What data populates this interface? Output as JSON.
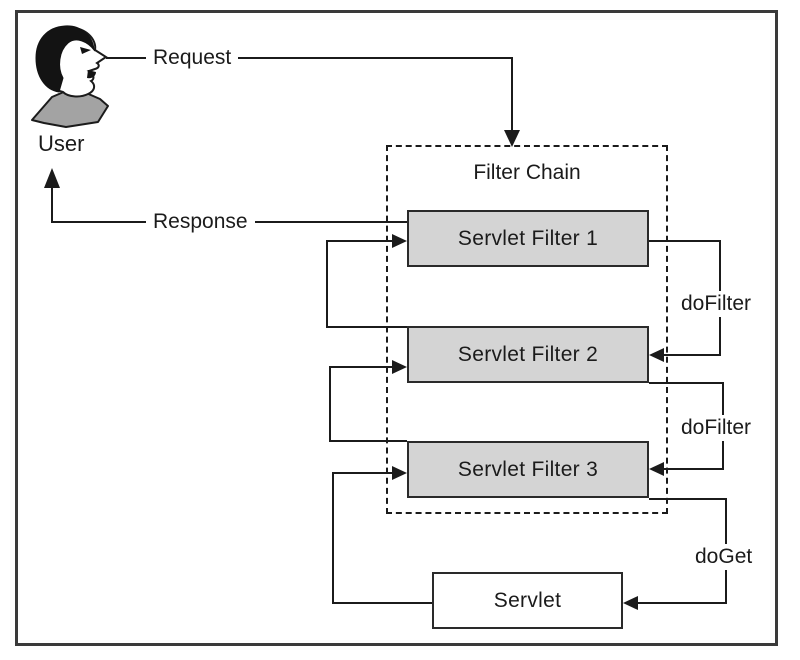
{
  "diagram": {
    "user_label": "User",
    "request_label": "Request",
    "response_label": "Response",
    "filter_chain": {
      "label": "Filter Chain",
      "filters": [
        "Servlet Filter 1",
        "Servlet Filter 2",
        "Servlet Filter 3"
      ]
    },
    "servlet_label": "Servlet",
    "edges": {
      "dofilter_top": "doFilter",
      "dofilter_bottom": "doFilter",
      "doget": "doGet"
    },
    "icons": {
      "user": "person-profile-icon"
    },
    "colors": {
      "line": "#1b1b1b",
      "filter_box_fill": "#d4d4d4",
      "box_border": "#2a2a2a",
      "frame_border": "#3a3a3a",
      "shoulder_fill": "#a3a3a3",
      "background": "#ffffff"
    }
  }
}
